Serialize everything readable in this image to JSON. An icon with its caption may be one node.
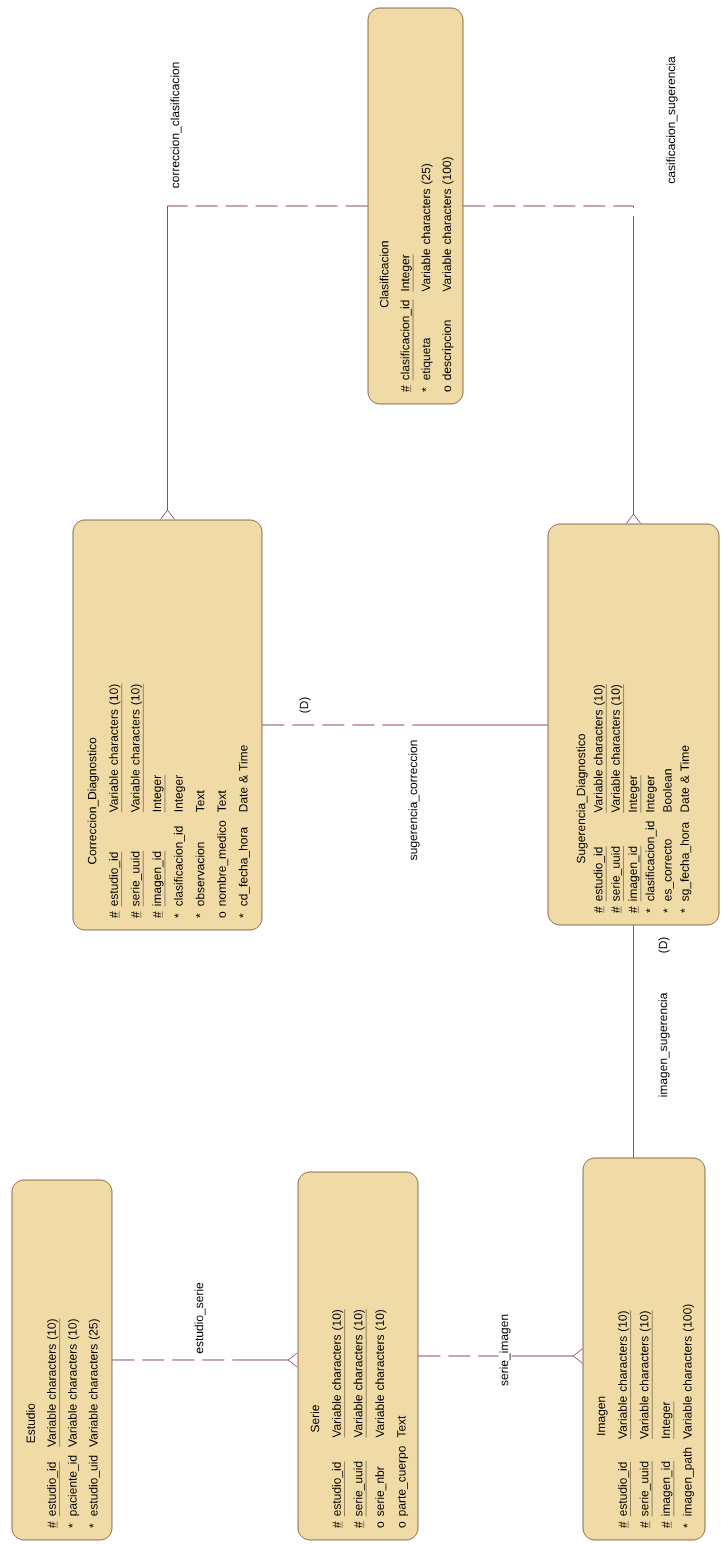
{
  "diagram": {
    "nodes": [
      {
        "text": [
          "Clasificacion",
          "#",
          "clasificacion_id",
          "Integer",
          "*",
          "etiqueta",
          "Variable characters (25)",
          "o",
          "descripcion",
          "Variable characters (100)"
        ]
      },
      {
        "text": [
          "Correccion_Diagnostico",
          "#",
          "estudio_id",
          "Variable characters (10)",
          "#",
          "serie_uuid",
          "Variable characters (10)",
          "#",
          "imagen_id",
          "Integer",
          "*",
          "clasificacion_id",
          "Integer",
          "*",
          "observacion",
          "Text",
          "o",
          "nombre_medico",
          "Text",
          "*",
          "cd_fecha_hora",
          "Date & Time"
        ]
      },
      {
        "text": [
          "Sugerencia_Diagnostico",
          "#",
          "estudio_id",
          "Variable characters (10)",
          "#",
          "serie_uuid",
          "Variable characters (10)",
          "#",
          "imagen_id",
          "Integer",
          "*",
          "clasificacion_id",
          "Integer",
          "*",
          "es_correcto",
          "Boolean",
          "*",
          "sg_fecha_hora",
          "Date & Time"
        ]
      },
      {
        "text": [
          "Estudio",
          "#",
          "estudio_id",
          "Variable characters (10)",
          "*",
          "paciente_id",
          "Variable characters (10)",
          "*",
          "estudio_uid",
          "Variable characters (25)"
        ]
      },
      {
        "text": [
          "Serie",
          "#",
          "estudio_id",
          "Variable characters (10)",
          "#",
          "serie_uuid",
          "Variable characters (10)",
          "o",
          "serie_nbr",
          "Variable characters (10)",
          "o",
          "parte_cuerpo",
          "Text"
        ]
      },
      {
        "text": [
          "Imagen",
          "#",
          "estudio_id",
          "Variable characters (10)",
          "#",
          "serie_uuid",
          "Variable characters (10)",
          "#",
          "imagen_id",
          "Integer",
          "*",
          "imagen_path",
          "Variable characters (100)"
        ]
      }
    ],
    "edges": [
      {
        "from": 0,
        "to": 1,
        "arrow": "other",
        "style": "dashed",
        "label": "correccion_clasificacion"
      },
      {
        "from": 0,
        "to": 2,
        "arrow": "other",
        "style": "dashed",
        "label": "casificacion_sugerencia"
      },
      {
        "from": 1,
        "to": 2,
        "arrow": "none",
        "style": "dashed",
        "label": "sugerencia_correccion"
      },
      {
        "from": 2,
        "to": 5,
        "arrow": "none",
        "label": "imagen_sugerencia"
      },
      {
        "from": 3,
        "to": 4,
        "arrow": "other",
        "style": "dashed",
        "label": "estudio_serie"
      },
      {
        "from": 4,
        "to": 5,
        "arrow": "other",
        "style": "dashed",
        "label": "serie_imagen"
      }
    ],
    "labels": [
      "(D)",
      "(D)"
    ]
  }
}
